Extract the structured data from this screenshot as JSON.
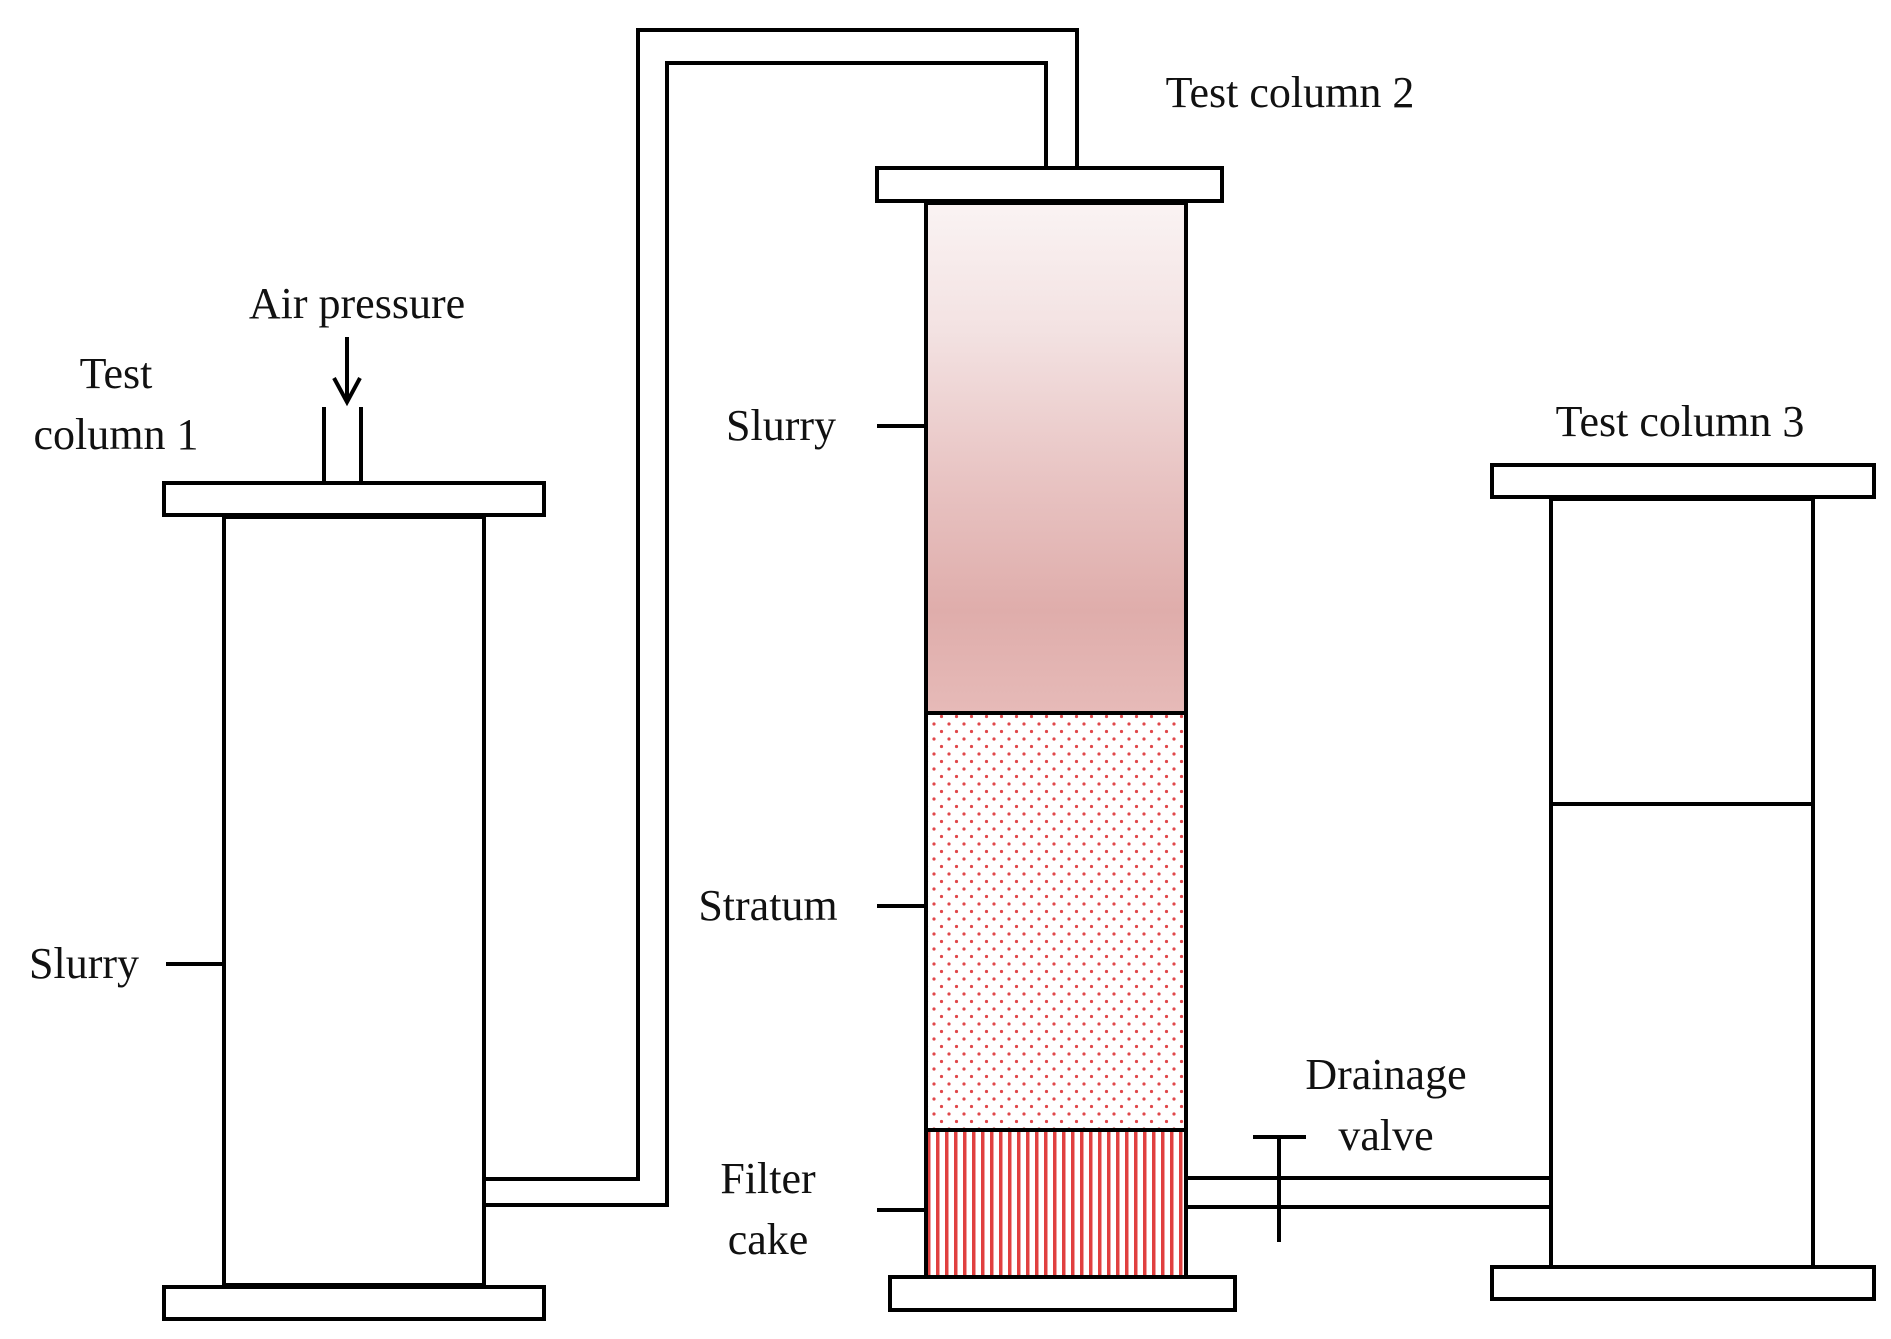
{
  "labels": {
    "column1_line1": "Test",
    "column1_line2": "column 1",
    "air_pressure": "Air pressure",
    "slurry_col1": "Slurry",
    "column2": "Test column 2",
    "slurry_col2": "Slurry",
    "stratum": "Stratum",
    "filter_line1": "Filter",
    "filter_line2": "cake",
    "column3": "Test column 3",
    "drainage_line1": "Drainage",
    "drainage_line2": "valve"
  },
  "colors": {
    "slurry_light": "#faf3f3",
    "slurry_dark": "#dfadab",
    "stratum_dot": "#e0474a",
    "filter_stripe": "#e04040",
    "outline": "#000000"
  }
}
